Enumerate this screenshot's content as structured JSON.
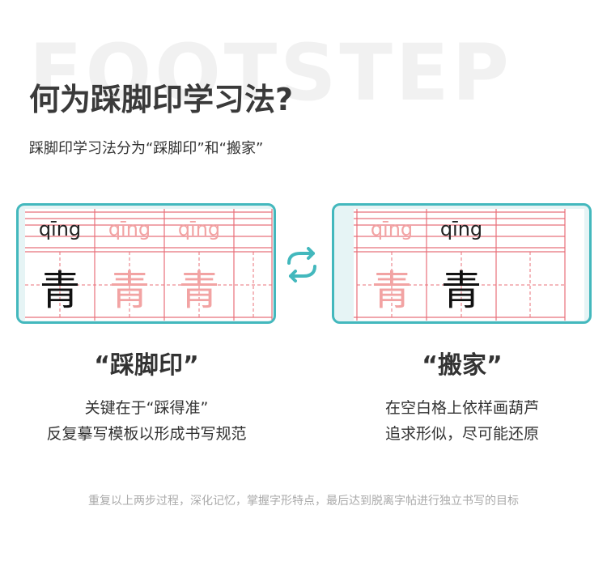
{
  "background_word": "FOOTSTEP",
  "heading": {
    "title": "何为踩脚印学习法?",
    "subtitle": "踩脚印学习法分为“踩脚印”和“搬家”"
  },
  "left_card": {
    "pinyin": [
      "qīng",
      "qīng",
      "qīng"
    ],
    "hanzi": [
      "青",
      "青",
      "青"
    ],
    "caption": "“踩脚印”",
    "desc_lines": [
      "关键在于“踩得准”",
      "反复摹写模板以形成书写规范"
    ]
  },
  "right_card": {
    "pinyin": [
      "qīng",
      "qīng"
    ],
    "hanzi": [
      "青",
      "青"
    ],
    "caption": "“搬家”",
    "desc_lines": [
      "在空白格上依样画葫芦",
      "追求形似，尽可能还原"
    ]
  },
  "footer": "重复以上两步过程，深化记忆，掌握字形特点，最后达到脱离字帖进行独立书写的目标",
  "colors": {
    "accent": "#43b8bd",
    "grid_red": "#e8707a",
    "faded_pink": "#f2a3a3",
    "dark_text": "#333333",
    "background_word": "#f1f1f1"
  },
  "icons": [
    "swap-arrows-icon"
  ]
}
